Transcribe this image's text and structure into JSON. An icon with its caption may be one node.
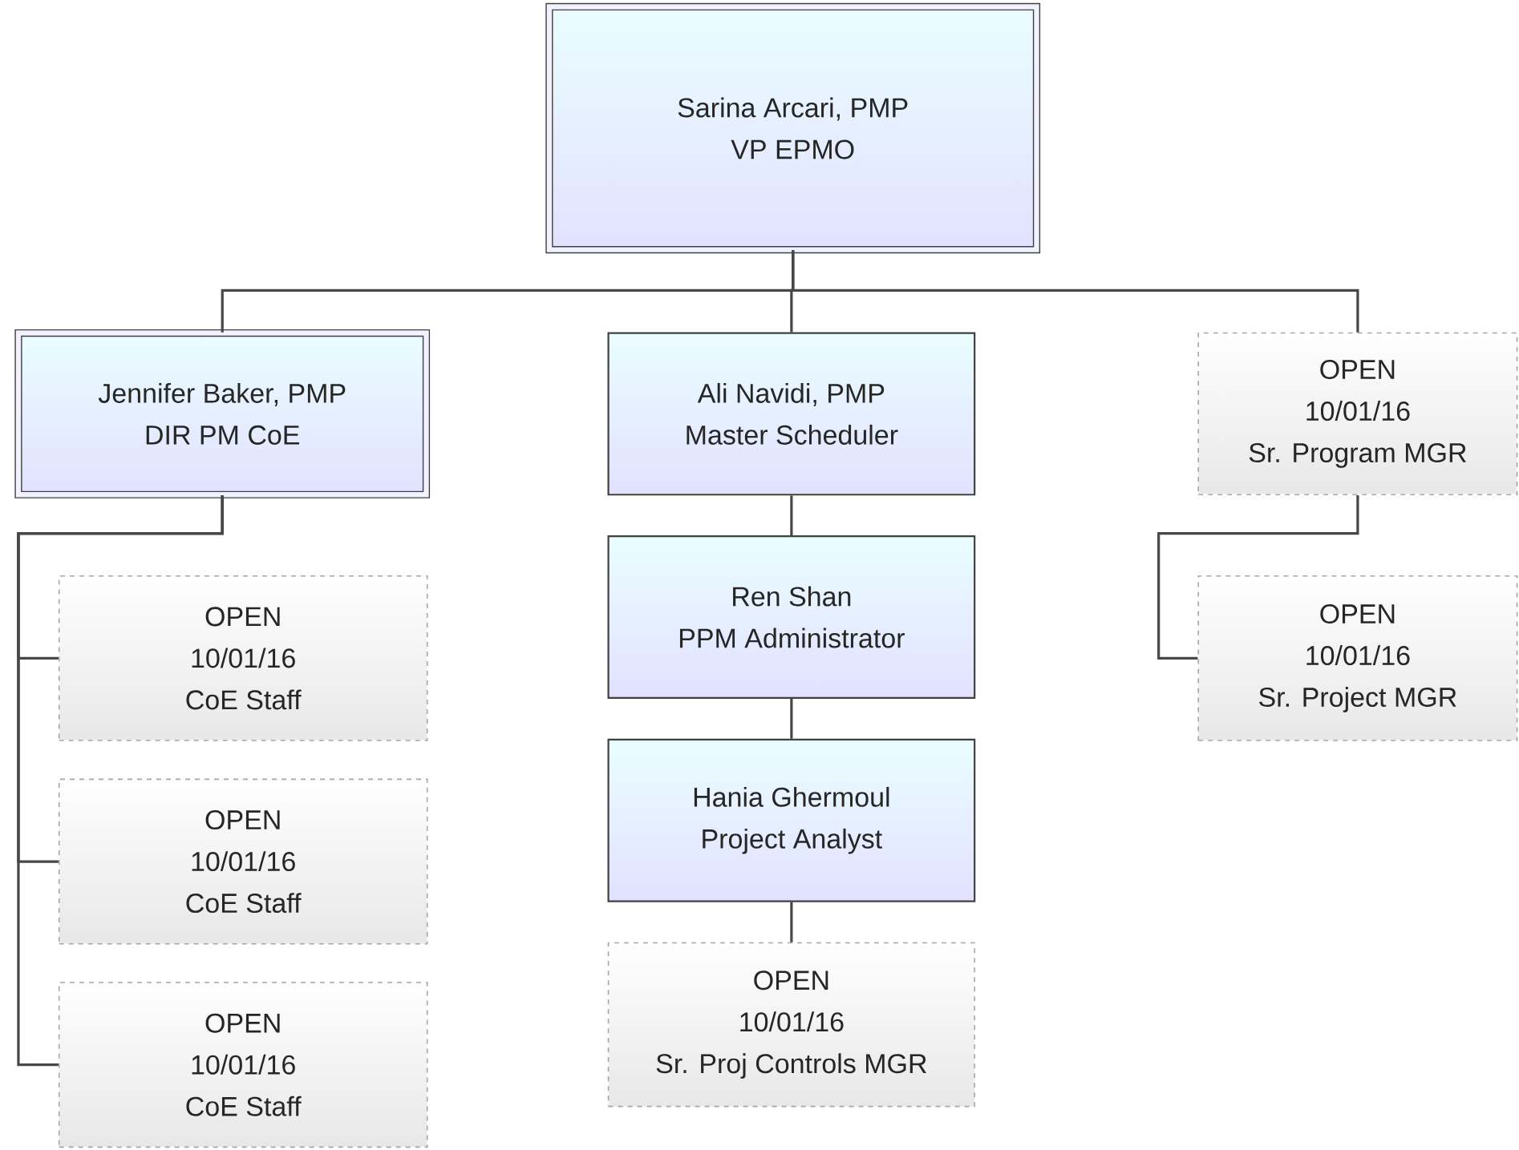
{
  "diagram": {
    "nodes": [
      {
        "text": [
          "Sarina Arcari, PMP",
          "VP EPMO"
        ]
      },
      {
        "text": [
          "Jennifer Baker, PMP",
          "DIR PM CoE"
        ]
      },
      {
        "text": [
          "Ali Navidi, PMP",
          "Master Scheduler"
        ]
      },
      {
        "text": [
          "OPEN",
          "10/01/16",
          "Sr. Program MGR"
        ]
      },
      {
        "text": [
          "OPEN",
          "10/01/16",
          "CoE Staff"
        ]
      },
      {
        "text": [
          "OPEN",
          "10/01/16",
          "CoE Staff"
        ]
      },
      {
        "text": [
          "OPEN",
          "10/01/16",
          "CoE Staff"
        ]
      },
      {
        "text": [
          "Ren Shan",
          "PPM Administrator"
        ]
      },
      {
        "text": [
          "Hania Ghermoul",
          "Project Analyst"
        ]
      },
      {
        "text": [
          "OPEN",
          "10/01/16",
          "Sr. Proj Controls MGR"
        ]
      },
      {
        "text": [
          "OPEN",
          "10/01/16",
          "Sr. Project MGR"
        ]
      }
    ],
    "edges": [
      {
        "from": 0,
        "to": 1,
        "arrow": "none"
      },
      {
        "from": 0,
        "to": 2,
        "arrow": "none"
      },
      {
        "from": 0,
        "to": 3,
        "arrow": "none"
      },
      {
        "from": 1,
        "to": 4,
        "arrow": "none"
      },
      {
        "from": 1,
        "to": 5,
        "arrow": "none"
      },
      {
        "from": 1,
        "to": 6,
        "arrow": "none"
      },
      {
        "from": 2,
        "to": 7,
        "arrow": "none"
      },
      {
        "from": 7,
        "to": 8,
        "arrow": "none"
      },
      {
        "from": 8,
        "to": 9,
        "arrow": "none"
      },
      {
        "from": 3,
        "to": 10,
        "arrow": "none"
      }
    ]
  }
}
